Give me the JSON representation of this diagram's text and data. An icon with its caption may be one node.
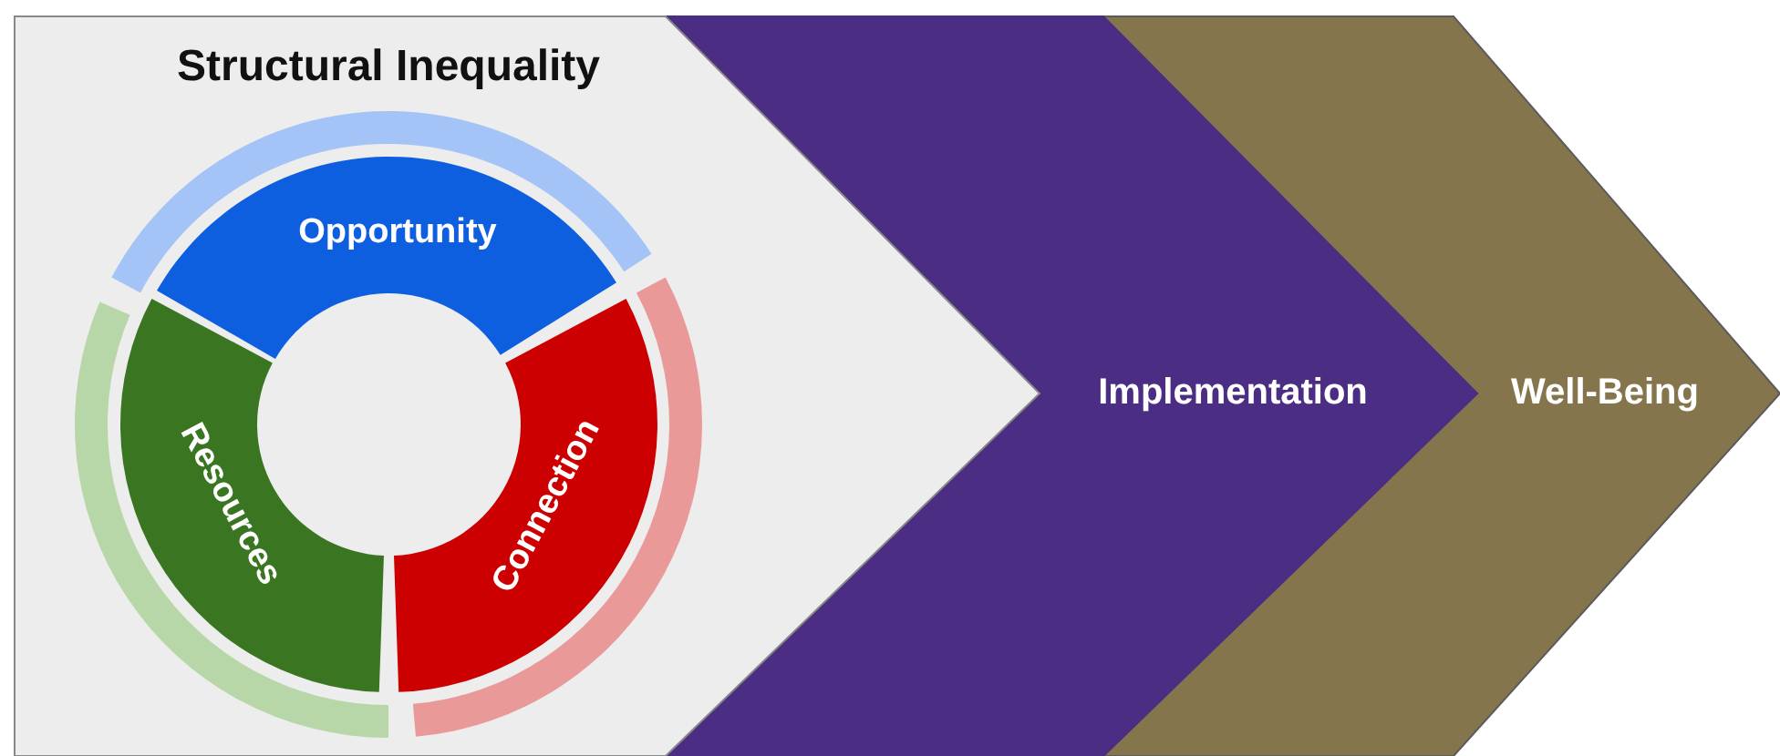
{
  "diagram": {
    "nodes": [
      {
        "text": [
          "Structural Inequality"
        ]
      },
      {
        "text": [
          "Opportunity"
        ],
        "in": 0
      },
      {
        "text": [
          "Resources"
        ],
        "in": 0
      },
      {
        "text": [
          "Connection"
        ],
        "in": 0
      },
      {
        "text": [
          "Implementation"
        ]
      },
      {
        "text": [
          "Well-Being"
        ]
      }
    ]
  }
}
